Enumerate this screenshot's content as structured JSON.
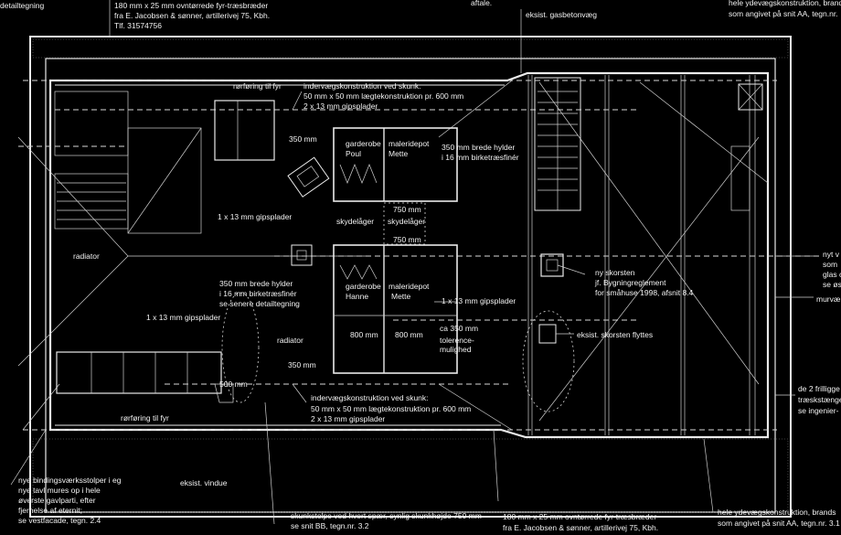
{
  "labels": {
    "detail_top_left": "detailtegning",
    "oven_board_top_1": "180 mm x 25 mm ovntørrede fyr-træsbræder",
    "oven_board_top_2": "fra E. Jacobsen & sønner, artillerivej 75, Kbh.",
    "oven_board_top_3": "Tlf. 31574756",
    "aftale": "aftale.",
    "gas_pipe": "eksist. gasbetonvæg",
    "exterior_top_1": "hele ydevægskonstruktion, brands",
    "exterior_top_2": "som angivet på snit AA, tegn.nr.",
    "pipe_top": "rørføring til fyr",
    "inner_wall_top_1": "indervægskonstruktion ved skunk:",
    "inner_wall_top_2": "50 mm x 50 mm lægtekonstruktion pr. 600 mm",
    "inner_wall_top_3": "2 x 13 mm gipsplader",
    "dim_350_top": "350 mm",
    "wardrobe_poul_1": "garderobe",
    "wardrobe_poul_2": "Poul",
    "paint_mette_top_1": "maleridepot",
    "paint_mette_top_2": "Mette",
    "shelves_top_1": "350 mm brede hylder",
    "shelves_top_2": "i 16 mm birketræsfinér",
    "gips_1x13_left": "1 x 13 mm gipsplader",
    "dim_750_top": "750 mm",
    "sliding_1": "skydelåger",
    "sliding_2": "skydelåger",
    "dim_750_mid": "750 mm",
    "radiator_left": "radiator",
    "shelves_mid_1": "350 mm brede hylder",
    "shelves_mid_2": "i 16 mm birketræsfinér",
    "shelves_mid_3": "se senere detailtegning",
    "wardrobe_hanne_1": "garderobe",
    "wardrobe_hanne_2": "Hanne",
    "paint_mette_mid_1": "maleridepot",
    "paint_mette_mid_2": "Mette",
    "gips_1x13_right": "1 x 13 mm gipsplader",
    "gips_1x13_lower": "1 x 13 mm gipsplader",
    "dim_800_a": "800 mm",
    "dim_800_b": "800 mm",
    "ca_350": "ca 350 mm",
    "tolerance_1": "tolerence-",
    "tolerance_2": "mulighed",
    "radiator_mid": "radiator",
    "dim_350_low": "350 mm",
    "dim_500": "500 mm",
    "chimney_1": "ny skorsten",
    "chimney_2": "jf. Bygningreglement",
    "chimney_3": "for småhuse 1998, afsnit 8.4",
    "chimney_move": "eksist. skorsten flyttes",
    "right_edge_1": "nyt v",
    "right_edge_2": "som",
    "right_edge_3": "glas c",
    "right_edge_4": "se øs",
    "right_edge_5": "murvæ",
    "rafters_1": "de 2 frilligge",
    "rafters_2": "træskstænge",
    "rafters_3": "se ingenier-",
    "pipe_low": "rørføring til fyr",
    "inner_wall_low_1": "indervægskonstruktion ved skunk:",
    "inner_wall_low_2": "50 mm x 50 mm lægtekonstruktion pr. 600 mm",
    "inner_wall_low_3": "2 x 13 mm gipsplader",
    "new_studs_1": "nye bindingsværksstolper i eg",
    "new_studs_2": "nye tavl mures op i hele",
    "new_studs_3": "øverste gavlparti,  efter",
    "new_studs_4": "fjernelse af eternit;",
    "new_studs_5": "se vestfacade, tegn. 2.4",
    "window": "eksist. vindue",
    "skunk_1": "skunkstolpe ved hvert spær, synlig skunkhøjde 750 mm",
    "skunk_2": "se snit BB, tegn.nr. 3.2",
    "oven_board_bottom_1": "180 mm x 25 mm ovntørrede fyr-træsbræder",
    "oven_board_bottom_2": "fra E. Jacobsen & sønner, artillerivej 75, Kbh.",
    "exterior_bottom_1": "hele ydevægskonstruktion, brands",
    "exterior_bottom_2": "som angivet på snit AA, tegn.nr. 3.1"
  }
}
